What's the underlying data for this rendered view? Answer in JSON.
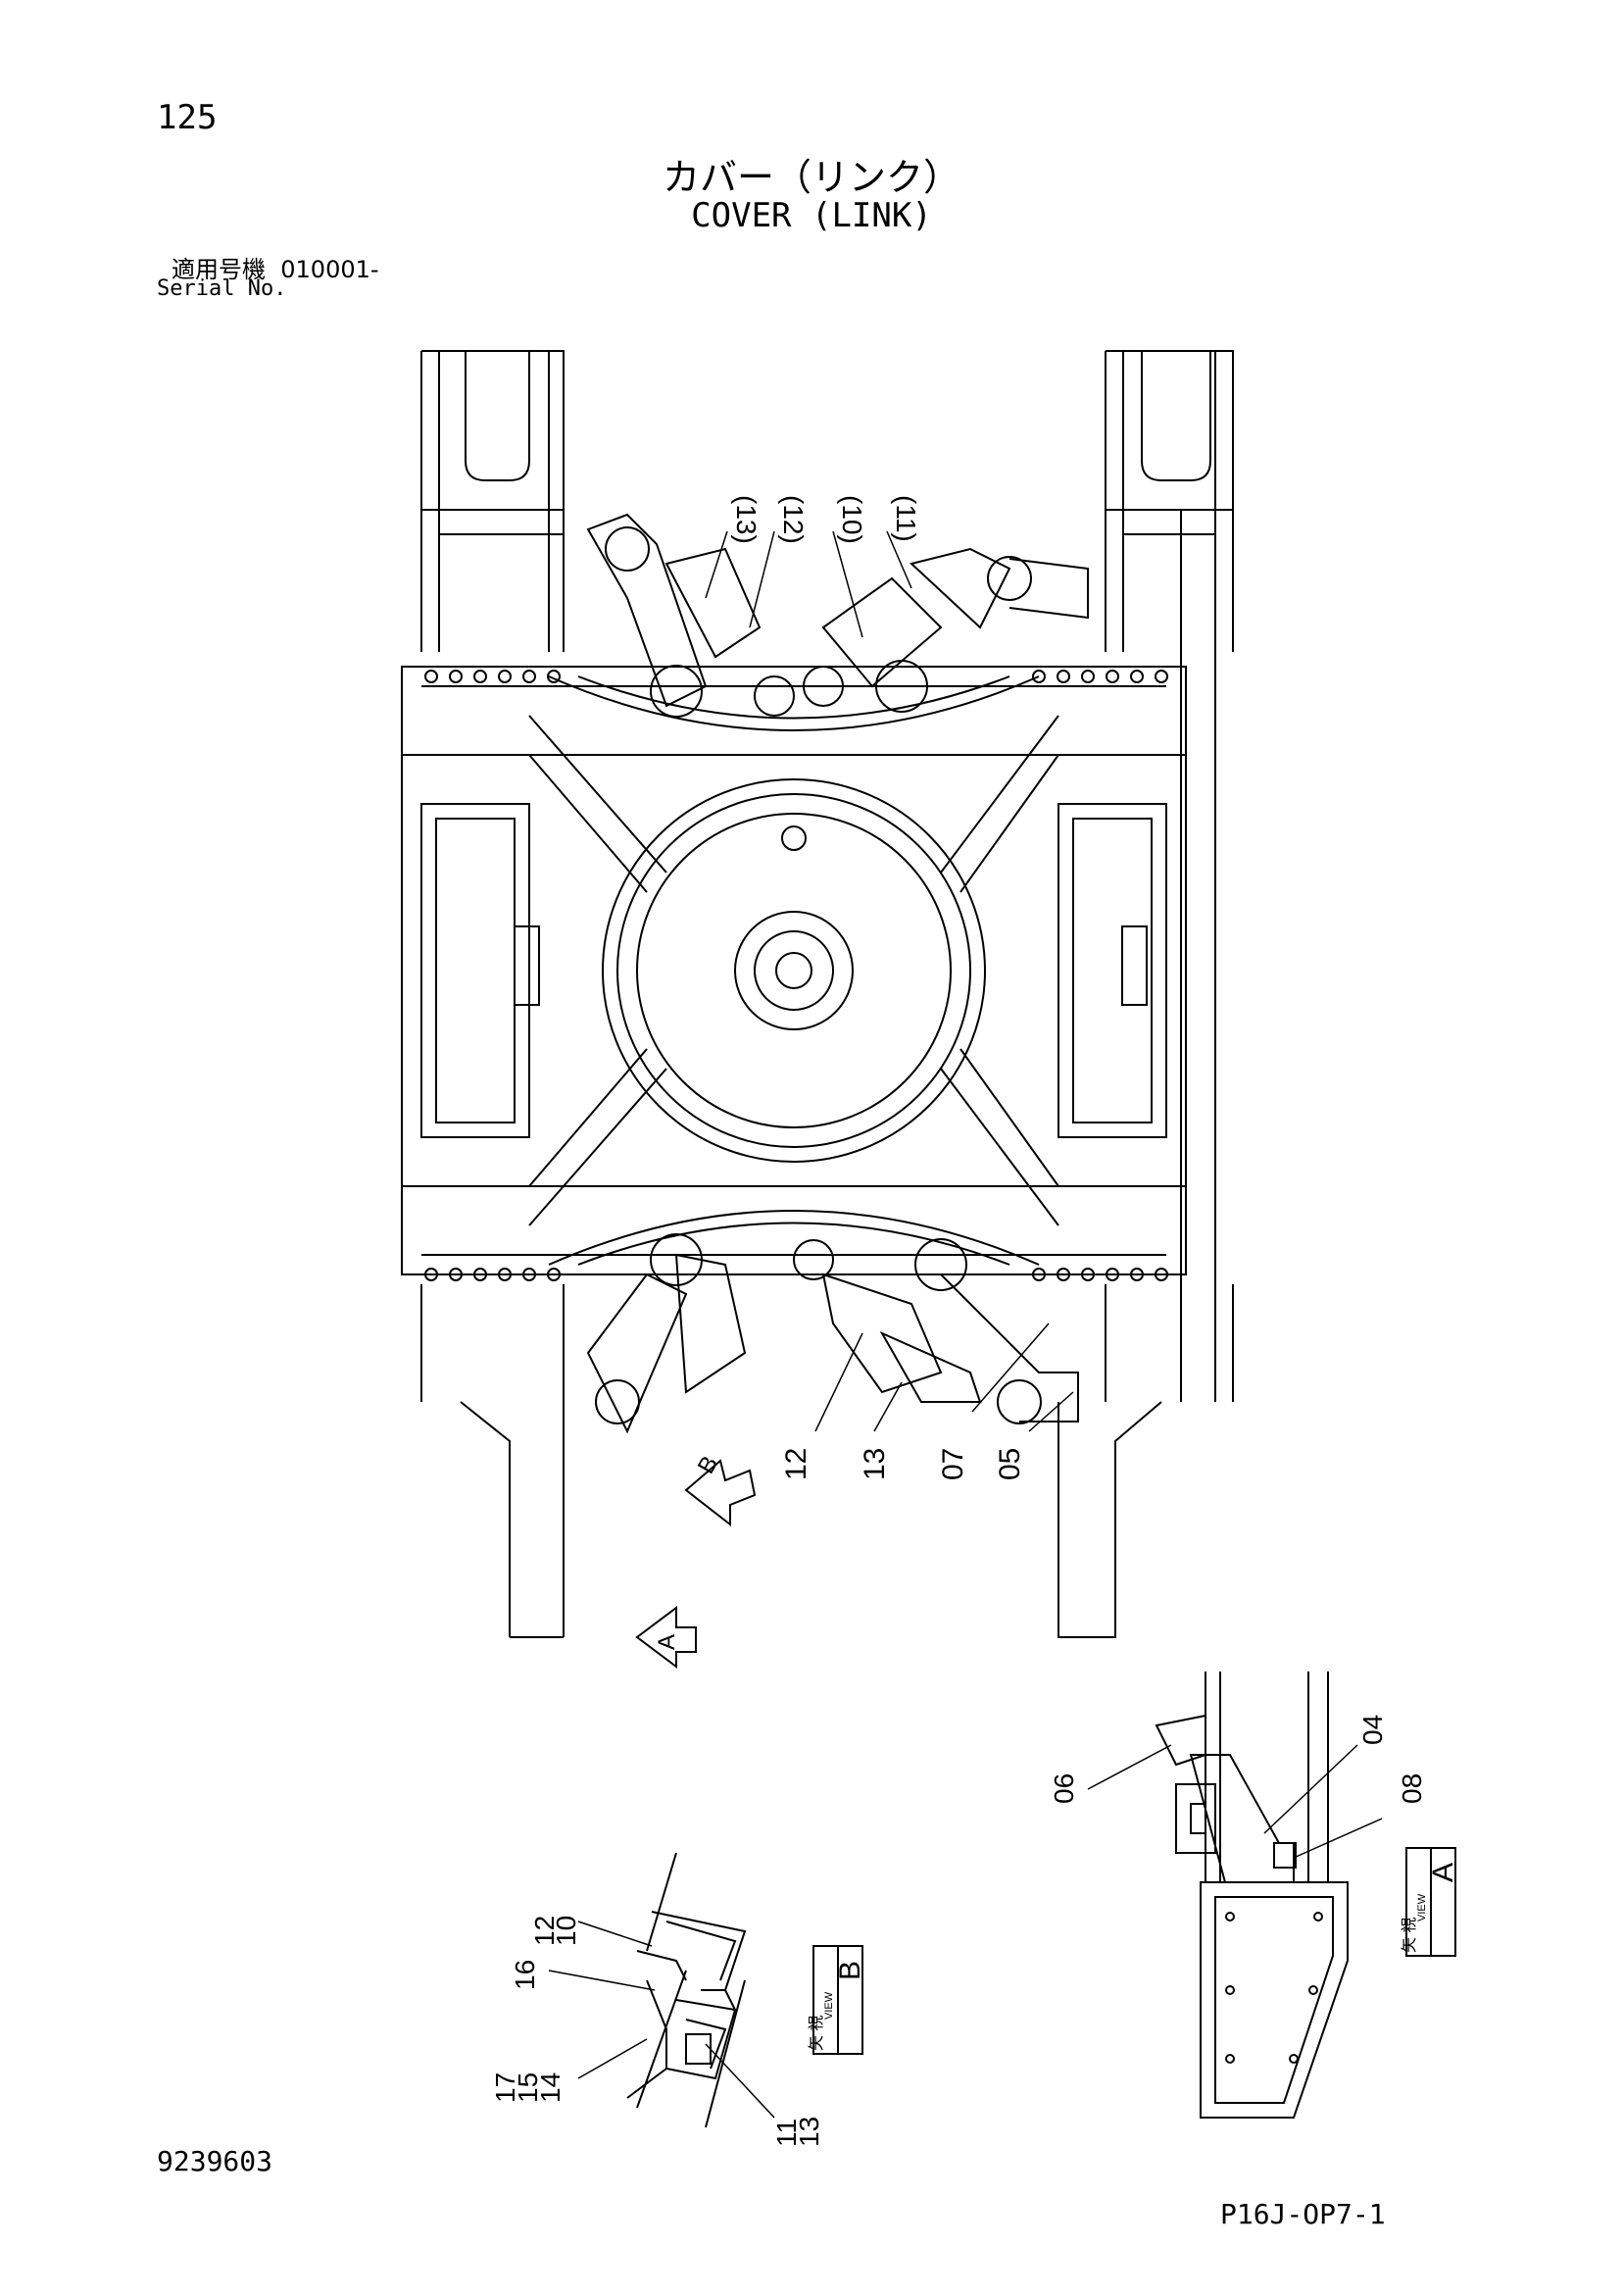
{
  "header": {
    "page_number": "125",
    "title_ja": "カバー（リンク）",
    "title_en": "COVER (LINK)",
    "serial_label_ja": "適用号機",
    "serial_value": "010001-",
    "serial_label_en": "Serial No."
  },
  "main_view": {
    "top_callouts": [
      "(13)",
      "(12)",
      "(10)",
      "(11)"
    ],
    "bottom_callouts": [
      "12",
      "13",
      "07",
      "05"
    ],
    "view_arrow_b": "B",
    "view_arrow_a": "A"
  },
  "detail_view_b": {
    "callouts": [
      "12",
      "10",
      "16",
      "17",
      "15",
      "14",
      "11",
      "13"
    ],
    "label_ja": "矢 視",
    "label_en": "VIEW",
    "letter": "B"
  },
  "detail_view_a": {
    "callouts": [
      "06",
      "04",
      "08"
    ],
    "label_ja": "矢 視",
    "label_en": "VIEW",
    "letter": "A"
  },
  "footer": {
    "doc_number": "9239603",
    "page_code": "P16J-OP7-1"
  }
}
